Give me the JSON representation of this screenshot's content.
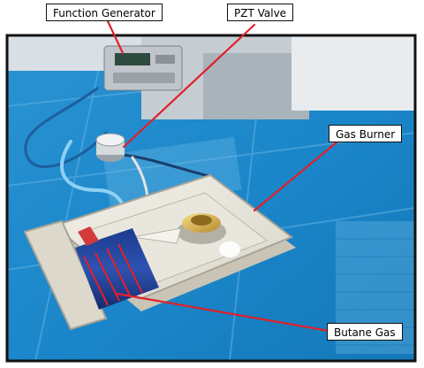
{
  "labels": {
    "function_generator": "Function Generator",
    "pzt_valve": "PZT Valve",
    "gas_burner": "Gas Burner",
    "butane_gas": "Butane Gas"
  },
  "colors": {
    "leader_line": "#e0202a",
    "floor_blue": "#1a86c9",
    "photo_border": "#111111",
    "label_border": "#111111"
  }
}
